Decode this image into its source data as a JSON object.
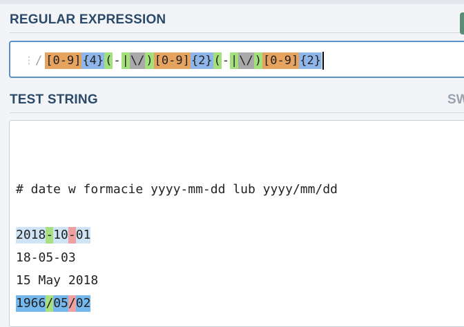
{
  "regex_section": {
    "title": "REGULAR EXPRESSION",
    "delimiter": "/"
  },
  "regex_tokens": [
    {
      "text": "[0-9]",
      "kind": "set"
    },
    {
      "text": "{4}",
      "kind": "quant"
    },
    {
      "text": "(",
      "kind": "group"
    },
    {
      "text": "-",
      "kind": "plain"
    },
    {
      "text": "|",
      "kind": "group"
    },
    {
      "text": "\\/",
      "kind": "grey"
    },
    {
      "text": ")",
      "kind": "group"
    },
    {
      "text": "[0-9]",
      "kind": "set"
    },
    {
      "text": "{2}",
      "kind": "quant"
    },
    {
      "text": "(",
      "kind": "group"
    },
    {
      "text": "-",
      "kind": "plain"
    },
    {
      "text": "|",
      "kind": "group"
    },
    {
      "text": "\\/",
      "kind": "grey"
    },
    {
      "text": ")",
      "kind": "group"
    },
    {
      "text": "[0-9]",
      "kind": "set"
    },
    {
      "text": "{2}",
      "kind": "quant"
    }
  ],
  "test_section": {
    "title": "TEST STRING",
    "switch_label": "SW"
  },
  "test_lines": [
    [
      {
        "text": ""
      }
    ],
    [
      {
        "text": "# date w formacie yyyy-mm-dd lub yyyy/mm/dd"
      }
    ],
    [
      {
        "text": ""
      }
    ],
    [
      {
        "text": "2018",
        "cls": "m1"
      },
      {
        "text": "-",
        "cls": "g1"
      },
      {
        "text": "10",
        "cls": "m1"
      },
      {
        "text": "-",
        "cls": "g2"
      },
      {
        "text": "01",
        "cls": "m1"
      }
    ],
    [
      {
        "text": "18-05-03"
      }
    ],
    [
      {
        "text": "15 May 2018"
      }
    ],
    [
      {
        "text": "1966",
        "cls": "m2"
      },
      {
        "text": "/",
        "cls": "g1"
      },
      {
        "text": "05",
        "cls": "m2"
      },
      {
        "text": "/",
        "cls": "g2"
      },
      {
        "text": "02",
        "cls": "m2"
      }
    ]
  ],
  "colors": {
    "set": "#e6a35f",
    "quant": "#8fb6ea",
    "group": "#a3e07b",
    "escape": "#a9a9a9",
    "match_light": "#cfe5f7",
    "match_dark": "#74b8f0",
    "group1": "#a8e080",
    "group2": "#f0a0a0"
  }
}
